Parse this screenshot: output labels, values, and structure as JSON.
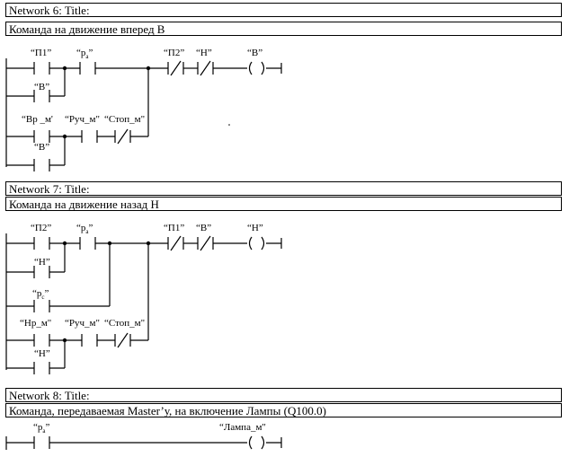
{
  "networks": [
    {
      "title": "Network 6: Title:",
      "comment": "Команда на движение вперед В",
      "labels": {
        "c1": "“П1”",
        "c2": "“р",
        "c2sub": "а",
        "c2end": "”",
        "c3": "“П2”",
        "c4": "“Н”",
        "coil": "“В”",
        "b1": "“В”",
        "b2a": "“Вр _м'",
        "b2b": "“Руч_м\"",
        "b2c": "“Стоп_м\"",
        "b3": "“В”"
      }
    },
    {
      "title": "Network 7: Title:",
      "comment": "Команда на движение назад Н",
      "labels": {
        "c1": "“П2”",
        "c2": "“р",
        "c2sub": "а",
        "c2end": "”",
        "c3": "“П1”",
        "c4": "“В”",
        "coil": "“Н”",
        "b1": "“Н”",
        "b2": "“р",
        "b2sub": "с",
        "b2end": "”",
        "b3a": "“Нр_м\"",
        "b3b": "“Руч_м\"",
        "b3c": "“Стоп_м\"",
        "b4": "“Н”"
      }
    },
    {
      "title": "Network 8: Title:",
      "comment": "Команда, передаваемая Master’у, на включение Лампы (Q100.0)",
      "labels": {
        "c1": "“р",
        "c1sub": "а",
        "c1end": "”",
        "coil": "“Лампа_м\""
      }
    }
  ]
}
